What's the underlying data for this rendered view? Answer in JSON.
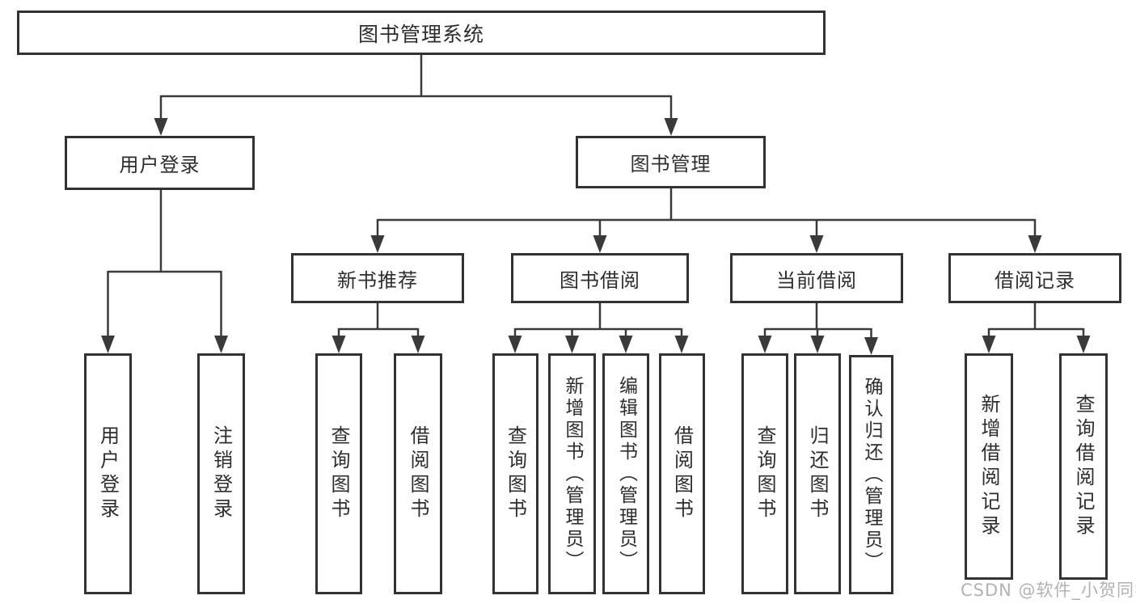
{
  "nodes": {
    "root": {
      "label": "图书管理系统"
    },
    "user_login": {
      "label": "用户登录"
    },
    "book_management": {
      "label": "图书管理"
    },
    "new_book_recommend": {
      "label": "新书推荐"
    },
    "book_borrowing": {
      "label": "图书借阅"
    },
    "current_borrowing": {
      "label": "当前借阅"
    },
    "borrowing_records": {
      "label": "借阅记录"
    },
    "leaf_user_login": {
      "label": "用户登录"
    },
    "leaf_logout": {
      "label": "注销登录"
    },
    "leaf_query_books_recommend": {
      "label": "查询图书"
    },
    "leaf_borrow_books_recommend": {
      "label": "借阅图书"
    },
    "leaf_query_books_borrowing": {
      "label": "查询图书"
    },
    "leaf_add_books_admin": {
      "label": "新增图书（管理员）"
    },
    "leaf_edit_books_admin": {
      "label": "编辑图书（管理员）"
    },
    "leaf_borrow_books": {
      "label": "借阅图书"
    },
    "leaf_query_books_current": {
      "label": "查询图书"
    },
    "leaf_return_books": {
      "label": "归还图书"
    },
    "leaf_confirm_return_admin": {
      "label": "确认归还（管理员）"
    },
    "leaf_add_borrow_record": {
      "label": "新增借阅记录"
    },
    "leaf_query_borrow_record": {
      "label": "查询借阅记录"
    }
  },
  "hierarchy": {
    "图书管理系统": {
      "用户登录": [
        "用户登录",
        "注销登录"
      ],
      "图书管理": {
        "新书推荐": [
          "查询图书",
          "借阅图书"
        ],
        "图书借阅": [
          "查询图书",
          "新增图书（管理员）",
          "编辑图书（管理员）",
          "借阅图书"
        ],
        "当前借阅": [
          "查询图书",
          "归还图书",
          "确认归还（管理员）"
        ],
        "借阅记录": [
          "新增借阅记录",
          "查询借阅记录"
        ]
      }
    }
  },
  "watermark": {
    "text": "CSDN @软件_小贺同学"
  },
  "colors": {
    "background": "#ffffff",
    "box_border": "#333333",
    "text": "#2d2d2d",
    "connector": "#3a3a3a",
    "watermark": "#b2b2b2"
  }
}
